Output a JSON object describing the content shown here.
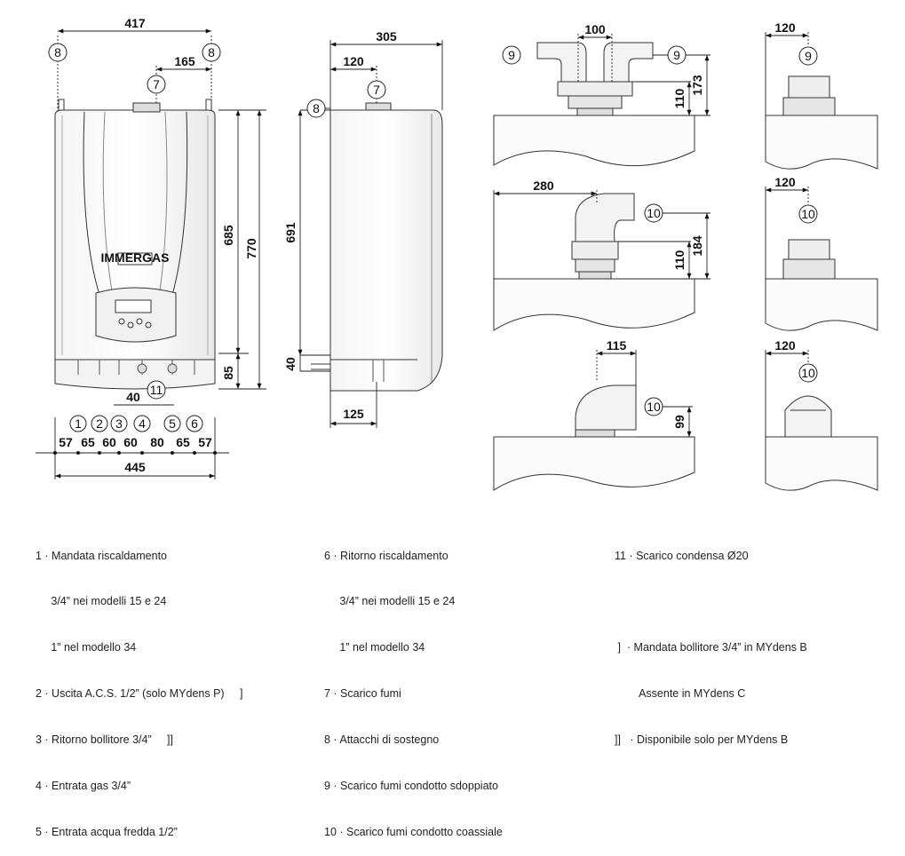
{
  "front_view": {
    "width_top": "417",
    "bracket_span": "165",
    "height_body": "685",
    "height_total": "770",
    "height_bottom": "85",
    "width_bottom": "445",
    "gap_center": "40",
    "bottom_segments": [
      "57",
      "65",
      "60",
      "60",
      "80",
      "65",
      "57"
    ],
    "connections": [
      "1",
      "2",
      "3",
      "4",
      "5",
      "6"
    ],
    "callouts": {
      "bracket_left": "8",
      "bracket_right": "8",
      "flue": "7",
      "condensate": "11"
    },
    "logo": "IMMERGAS"
  },
  "side_view": {
    "depth": "305",
    "flue_offset": "120",
    "height": "691",
    "bottom_offset": "40",
    "depth_bottom": "125",
    "callouts": {
      "bracket": "8",
      "flue": "7"
    }
  },
  "flue_kits": {
    "split_front": {
      "spacing": "100",
      "h_low": "110",
      "h_high": "173",
      "callouts": [
        "9",
        "9"
      ]
    },
    "split_side": {
      "offset": "120",
      "callout": "9"
    },
    "coax_front": {
      "width": "280",
      "h_low": "110",
      "h_high": "184",
      "callout": "10"
    },
    "coax_side": {
      "offset": "120",
      "callout": "10"
    },
    "elbow_front": {
      "width": "115",
      "height": "99",
      "callout": "10"
    },
    "elbow_side": {
      "offset": "120",
      "callout": "10"
    }
  },
  "legend": {
    "col1": [
      "1 · Mandata riscaldamento",
      "     3/4” nei modelli 15 e 24",
      "     1” nel modello 34",
      "2 · Uscita A.C.S. 1/2” (solo MYdens P)     ]",
      "3 · Ritorno bollitore 3/4”     ]]",
      "4 · Entrata gas 3/4”",
      "5 · Entrata acqua fredda 1/2”"
    ],
    "col2": [
      "6 · Ritorno riscaldamento",
      "     3/4” nei modelli 15 e 24",
      "     1” nel modello 34",
      "7 · Scarico fumi",
      "8 · Attacchi di sostegno",
      "9 · Scarico fumi condotto sdoppiato",
      "10 · Scarico fumi condotto coassiale"
    ],
    "col3": [
      "11 · Scarico condensa Ø20",
      "",
      " ]  · Mandata bollitore 3/4” in MYdens B",
      "        Assente in MYdens C",
      "]]   · Disponibile solo per MYdens B"
    ]
  }
}
